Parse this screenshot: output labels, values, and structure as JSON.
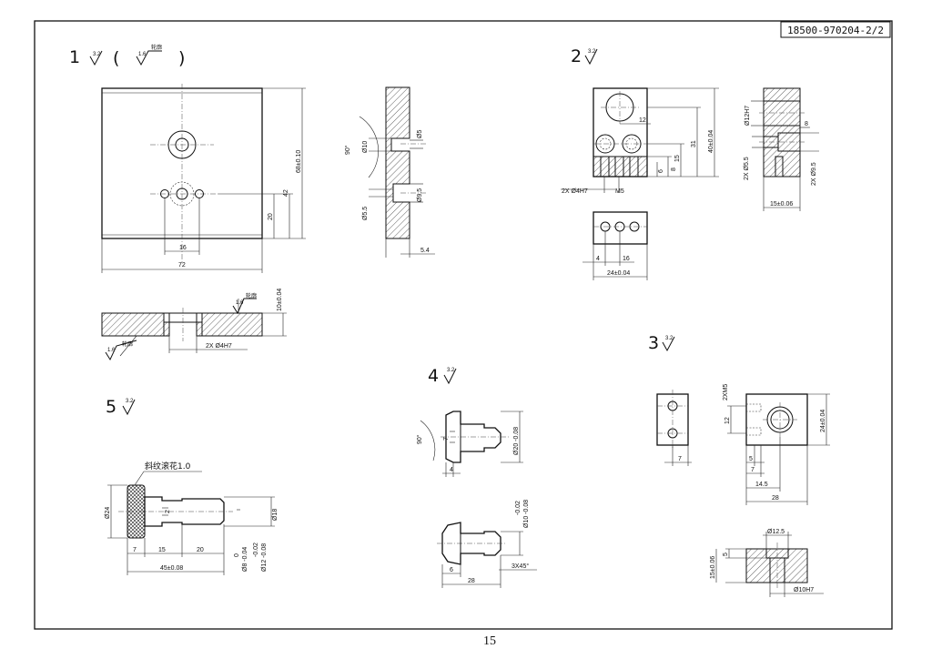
{
  "drawing_number": "18500-970204-2/2",
  "page_number": "15",
  "parts": {
    "p1": {
      "label": "1",
      "roughness_main": "3.2",
      "paren_open": "(",
      "paren_close": ")",
      "roughness_other": "1.6",
      "roughness_other_note": "轮廓",
      "dim_width": "72",
      "dim_hole_spacing": "16",
      "dim_height": "68±0.10",
      "dim_42": "42",
      "dim_20": "20",
      "dim_angle": "90°",
      "dim_d10": "Ø10",
      "dim_d5": "Ø5",
      "dim_d55": "Ø5.5",
      "dim_d95": "Ø9.5",
      "dim_thk": "5.4",
      "dim_side_thk": "10±0.04",
      "dim_pin_holes": "2X Ø4H7",
      "side_roughness": "1.6",
      "side_roughness_note": "轮廓",
      "side_roughness2": "1.6",
      "side_roughness2_note": "轮廓"
    },
    "p2": {
      "label": "2",
      "roughness": "3.2",
      "dim_12": "12",
      "dim_31": "31",
      "dim_40": "40±0.04",
      "dim_15": "15",
      "dim_8": "8",
      "dim_6": "6",
      "dim_pin_holes": "2X Ø4H7",
      "dim_m5": "M5",
      "dim_4": "4",
      "dim_16": "16",
      "dim_24": "24±0.04",
      "dim_d12h7": "Ø12H7",
      "dim_side_8": "8",
      "dim_side_d55": "2X Ø5.5",
      "dim_side_d95": "2X Ø9.5",
      "dim_side_15": "15±0.06"
    },
    "p3": {
      "label": "3",
      "roughness": "3.2",
      "dim_thread": "2XM5",
      "dim_12": "12",
      "dim_7_left": "7",
      "dim_5": "5",
      "dim_7": "7",
      "dim_14_5": "14.5",
      "dim_28": "28",
      "dim_24": "24±0.04",
      "dim_d12_5": "Ø12.5",
      "dim_sec_5": "5",
      "dim_sec_15": "15±0.06",
      "dim_d10h7": "Ø10H7"
    },
    "p4": {
      "label": "4",
      "roughness": "3.2",
      "dim_angle": "90°",
      "dim_7": "7",
      "dim_4": "4",
      "dim_d20": "Ø20 -0.08",
      "dim_tol_top": "-0.02",
      "dim_tol_bot": "Ø10 -0.08",
      "dim_6": "6",
      "dim_28": "28",
      "dim_chamfer": "3X45°"
    },
    "p5": {
      "label": "5",
      "roughness": "3.2",
      "note_knurl": "斜纹滚花1.0",
      "dim_d24": "Ø24",
      "dim_2": "2",
      "dim_d18": "Ø18",
      "dim_tol_0": "0",
      "dim_d8": "Ø8 -0.04",
      "dim_tol_m002": "-0.02",
      "dim_d12": "Ø12 -0.08",
      "dim_7": "7",
      "dim_15": "15",
      "dim_20": "20",
      "dim_45": "45±0.08"
    }
  }
}
